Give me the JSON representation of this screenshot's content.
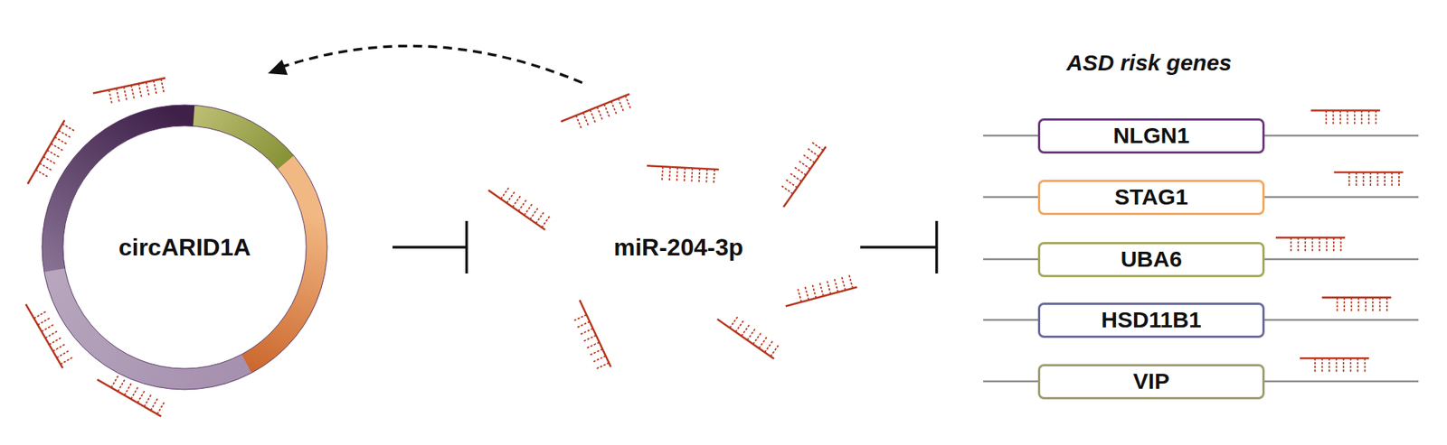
{
  "diagram": {
    "nodes": [
      {
        "text": [
          "circARID1A"
        ]
      },
      {
        "text": [
          "miR-204-3p"
        ]
      },
      {
        "text": [
          "ASD risk genes"
        ]
      },
      {
        "text": [
          "NLGN1"
        ],
        "in": 2
      },
      {
        "text": [
          "STAG1"
        ],
        "in": 2
      },
      {
        "text": [
          "UBA6"
        ],
        "in": 2
      },
      {
        "text": [
          "HSD11B1"
        ],
        "in": 2
      },
      {
        "text": [
          "VIP"
        ],
        "in": 2
      }
    ],
    "edges": [
      {
        "from": 0,
        "to": 1,
        "arrow": "to"
      },
      {
        "from": 1,
        "to": 0,
        "arrow": "to"
      },
      {
        "from": 1,
        "to": 2,
        "arrow": "to"
      }
    ]
  }
}
